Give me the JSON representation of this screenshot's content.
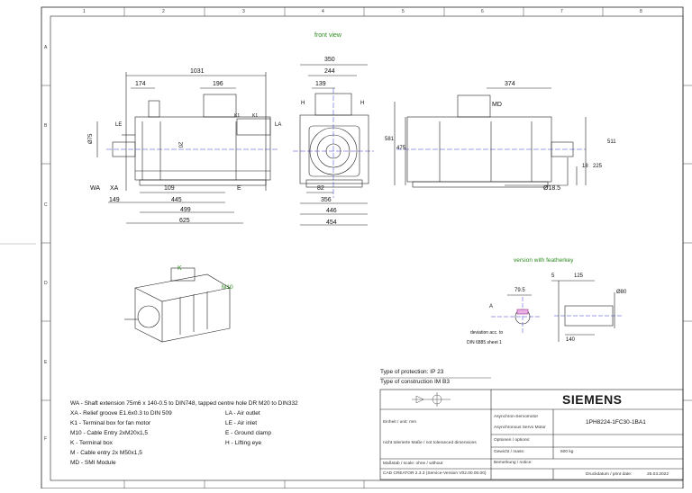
{
  "grid": {
    "columns": [
      "1",
      "2",
      "3",
      "4",
      "5",
      "6",
      "7",
      "8"
    ],
    "rows": [
      "A",
      "B",
      "C",
      "D",
      "E",
      "F"
    ]
  },
  "views": {
    "front_view_label": "front view",
    "keyway_label": "version with featherkey"
  },
  "dims_side": {
    "d1031": "1031",
    "d174": "174",
    "d196": "196",
    "d75": "Ø75",
    "d20": "20",
    "d109": "109",
    "d149": "149",
    "d445": "445",
    "d499": "499",
    "d625": "625",
    "le": "LE",
    "la": "LA",
    "wa": "WA",
    "xa": "XA",
    "e": "E",
    "k1": "K1",
    "k1b": "K1"
  },
  "dims_front": {
    "d350": "350",
    "d244": "244",
    "d139": "139",
    "d82": "82",
    "d356": "356",
    "d446": "446",
    "d454": "454",
    "h_left": "H",
    "h_right": "H"
  },
  "dims_right": {
    "d374": "374",
    "md": "MD",
    "d581": "581",
    "d475": "475",
    "d511": "511",
    "d18": "18",
    "d225": "225",
    "d185": "Ø18.5"
  },
  "dims_keyway": {
    "d795": "79.5",
    "d5": "5",
    "d125": "125",
    "d80": "Ø80",
    "d140": "140",
    "a": "A",
    "deviation": "deviation acc. to",
    "din": "DIN 6885 sheet 1"
  },
  "iso": {
    "k": "K",
    "m10": "M10"
  },
  "protection": {
    "type_protection": "Type of protection: IP 23",
    "type_construction": "Type of construction IM B3"
  },
  "legend": {
    "wa": "WA - Shaft extension 75m6 x 140-0.5 to DIN748, tapped centre hole DR M20 to DIN332",
    "xa": "XA - Relief groove E1.6x0.3 to DIN 509",
    "k1": "K1 - Terminal box for fan motor",
    "m10": "M10 - Cable Entry 2xM20x1,5",
    "k": "K - Terminal box",
    "m": "M - Cable entry 2x M50x1,5",
    "md": "MD - SMI Module",
    "la": "LA - Air outlet",
    "le": "LE - Air inlet",
    "e": "E - Ground clamp",
    "h": "H - Lifting eye"
  },
  "title_block": {
    "brand": "SIEMENS",
    "unit": "Einheit / unit: mm",
    "desc_de": "Asynchron-Servomotor",
    "desc_en": "Asynchronous Servo Motor",
    "order_no": "1PH8224-1FC30-1BA1",
    "tolerance": "nicht tolerierte Maße / not toleranced dimensions",
    "options": "Optionen / options:",
    "weight_label": "Gewicht / mass:",
    "weight_val": "600 kg",
    "scale": "Maßstab / scale: ohne / without",
    "remark": "Bemerkung / notice:",
    "creator": "CAD CREATOR 2.3.3 (Service-Version V02.00.00.00)",
    "print_date_label": "Druckdatum / print date:",
    "print_date": "25.03.2022"
  }
}
